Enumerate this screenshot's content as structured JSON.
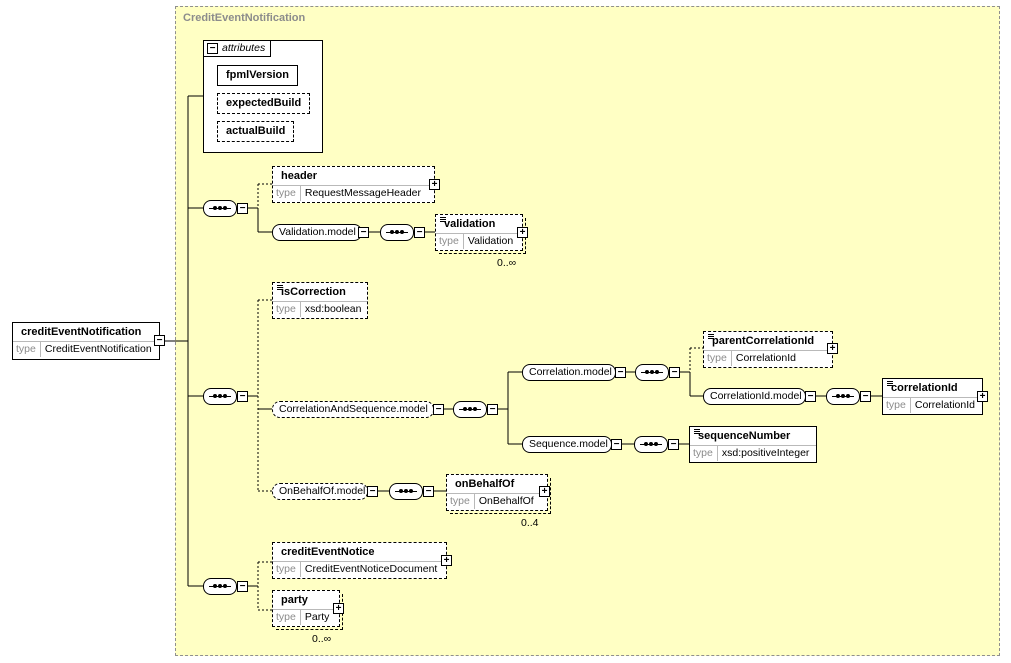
{
  "diagram": {
    "title": "CreditEventNotification",
    "type_key": "type",
    "root": {
      "name": "creditEventNotification",
      "type": "CreditEventNotification"
    },
    "attributes": {
      "label": "attributes",
      "items": [
        "fpmlVersion",
        "expectedBuild",
        "actualBuild"
      ]
    },
    "elements": {
      "header": {
        "name": "header",
        "type": "RequestMessageHeader"
      },
      "validation": {
        "name": "validation",
        "type": "Validation",
        "occurs": "0..∞"
      },
      "isCorrection": {
        "name": "isCorrection",
        "type": "xsd:boolean"
      },
      "parentCorrelationId": {
        "name": "parentCorrelationId",
        "type": "CorrelationId"
      },
      "correlationId": {
        "name": "correlationId",
        "type": "CorrelationId"
      },
      "sequenceNumber": {
        "name": "sequenceNumber",
        "type": "xsd:positiveInteger"
      },
      "onBehalfOf": {
        "name": "onBehalfOf",
        "type": "OnBehalfOf",
        "occurs": "0..4"
      },
      "creditEventNotice": {
        "name": "creditEventNotice",
        "type": "CreditEventNoticeDocument"
      },
      "party": {
        "name": "party",
        "type": "Party",
        "occurs": "0..∞"
      }
    },
    "groups": {
      "validation_model": "Validation.model",
      "correlation_and_sequence_model": "CorrelationAndSequence.model",
      "correlation_model": "Correlation.model",
      "correlation_id_model": "CorrelationId.model",
      "sequence_model": "Sequence.model",
      "on_behalf_of_model": "OnBehalfOf.model"
    },
    "colors": {
      "frame_fill": "#ffffc4",
      "frame_border": "#8f8f8f",
      "title": "#8c8c8c"
    }
  }
}
